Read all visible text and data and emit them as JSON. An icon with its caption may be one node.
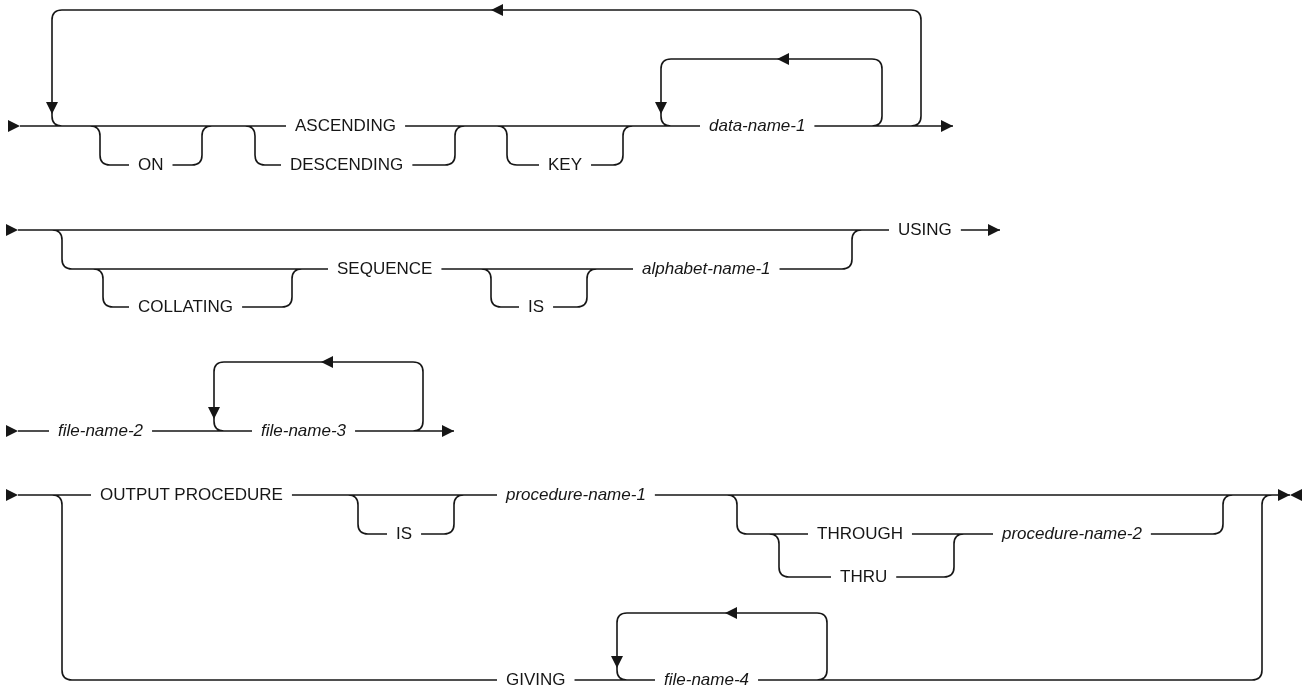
{
  "diagram": {
    "labels": [
      "ASCENDING",
      "data-name-1",
      "ON",
      "DESCENDING",
      "KEY",
      "USING",
      "SEQUENCE",
      "alphabet-name-1",
      "COLLATING",
      "IS",
      "file-name-2",
      "file-name-3",
      "OUTPUT PROCEDURE",
      "procedure-name-1",
      "IS",
      "THROUGH",
      "procedure-name-2",
      "THRU",
      "GIVING",
      "file-name-4"
    ]
  }
}
